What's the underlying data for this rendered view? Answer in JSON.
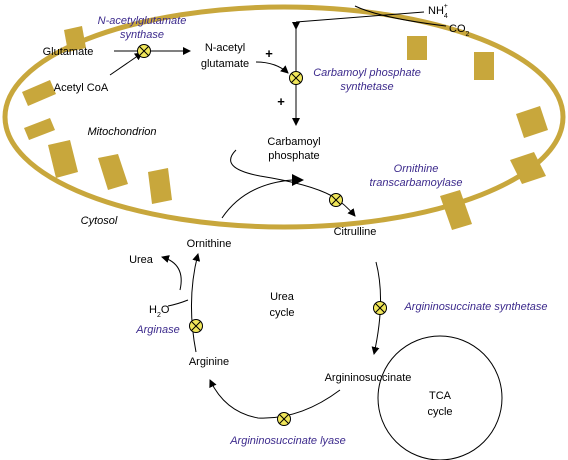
{
  "mito": {
    "membrane_color": "#c8a73c",
    "region_label": "Mitochondrion",
    "enzyme_naga": [
      "N-acetylglutamate",
      "synthase"
    ],
    "enzyme_cps": [
      "Carbamoyl phosphate",
      "synthetase"
    ],
    "enzyme_otc": [
      "Ornithine",
      "transcarbamoylase"
    ],
    "glutamate": "Glutamate",
    "acetyl_coa": "Acetyl CoA",
    "n_acetyl_glutamate": [
      "N-acetyl",
      "glutamate"
    ],
    "nh4": "NH",
    "nh4_sub": "4",
    "nh4_sup": "+",
    "co2": "CO",
    "co2_sub": "2",
    "plus_sign_1": "+",
    "plus_sign_2": "+",
    "carbamoyl_phosphate": [
      "Carbamoyl",
      "phosphate"
    ],
    "citrulline": "Citrulline"
  },
  "cytosol": {
    "region_label": "Cytosol",
    "ornithine": "Ornithine",
    "urea": "Urea",
    "water": "H",
    "water_sub": "2",
    "water_o": "O",
    "arginase": "Arginase",
    "arginine": "Arginine",
    "cycle_label": [
      "Urea",
      "cycle"
    ],
    "argininosuccinate_synthetase": "Argininosuccinate synthetase",
    "argininosuccinate": "Argininosuccinate",
    "argininosuccinate_lyase": "Argininosuccinate lyase",
    "tca": [
      "TCA",
      "cycle"
    ]
  },
  "styles": {
    "enzyme_text_color": "#3c2a8c",
    "enzyme_marker_color": "#f0e65a"
  }
}
